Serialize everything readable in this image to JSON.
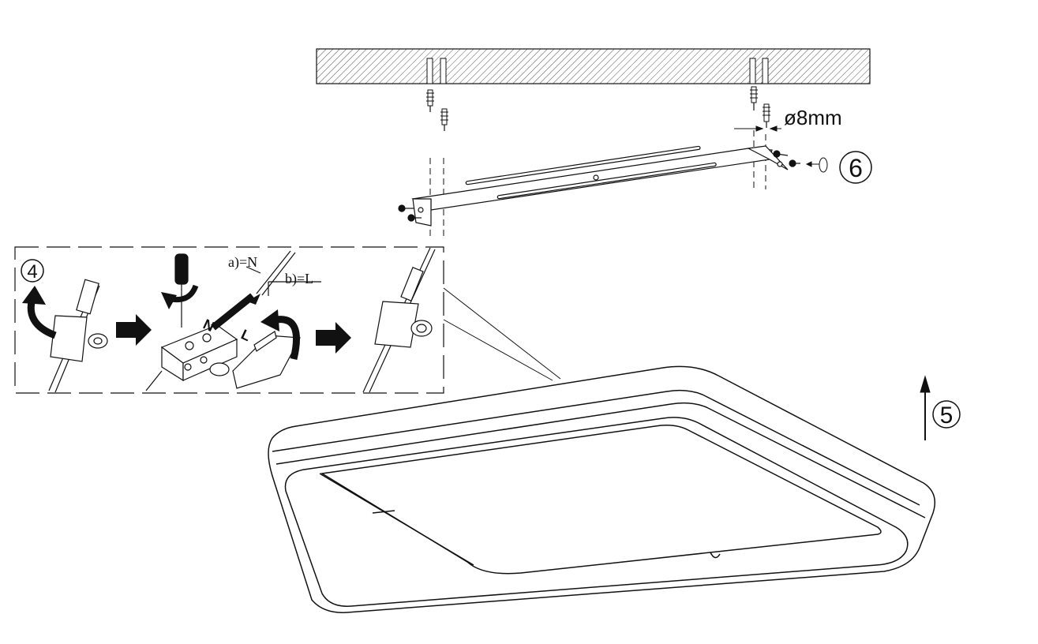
{
  "labels": {
    "step4": "4",
    "step5": "5",
    "step6": "6",
    "diameter": "ø8mm",
    "wire_a": "a)=N",
    "wire_b": "b)=L",
    "terminal_n": "N",
    "terminal_l": "L"
  },
  "colors": {
    "stroke": "#111111",
    "arrow_fill": "#111111",
    "hatch": "#555555"
  },
  "icons": [
    "wall-plug-icon",
    "screw-icon",
    "screwdriver-icon",
    "rotate-arrow-icon",
    "right-arrow-icon",
    "up-arrow-icon",
    "terminal-block-icon",
    "cable-clamp-icon"
  ]
}
